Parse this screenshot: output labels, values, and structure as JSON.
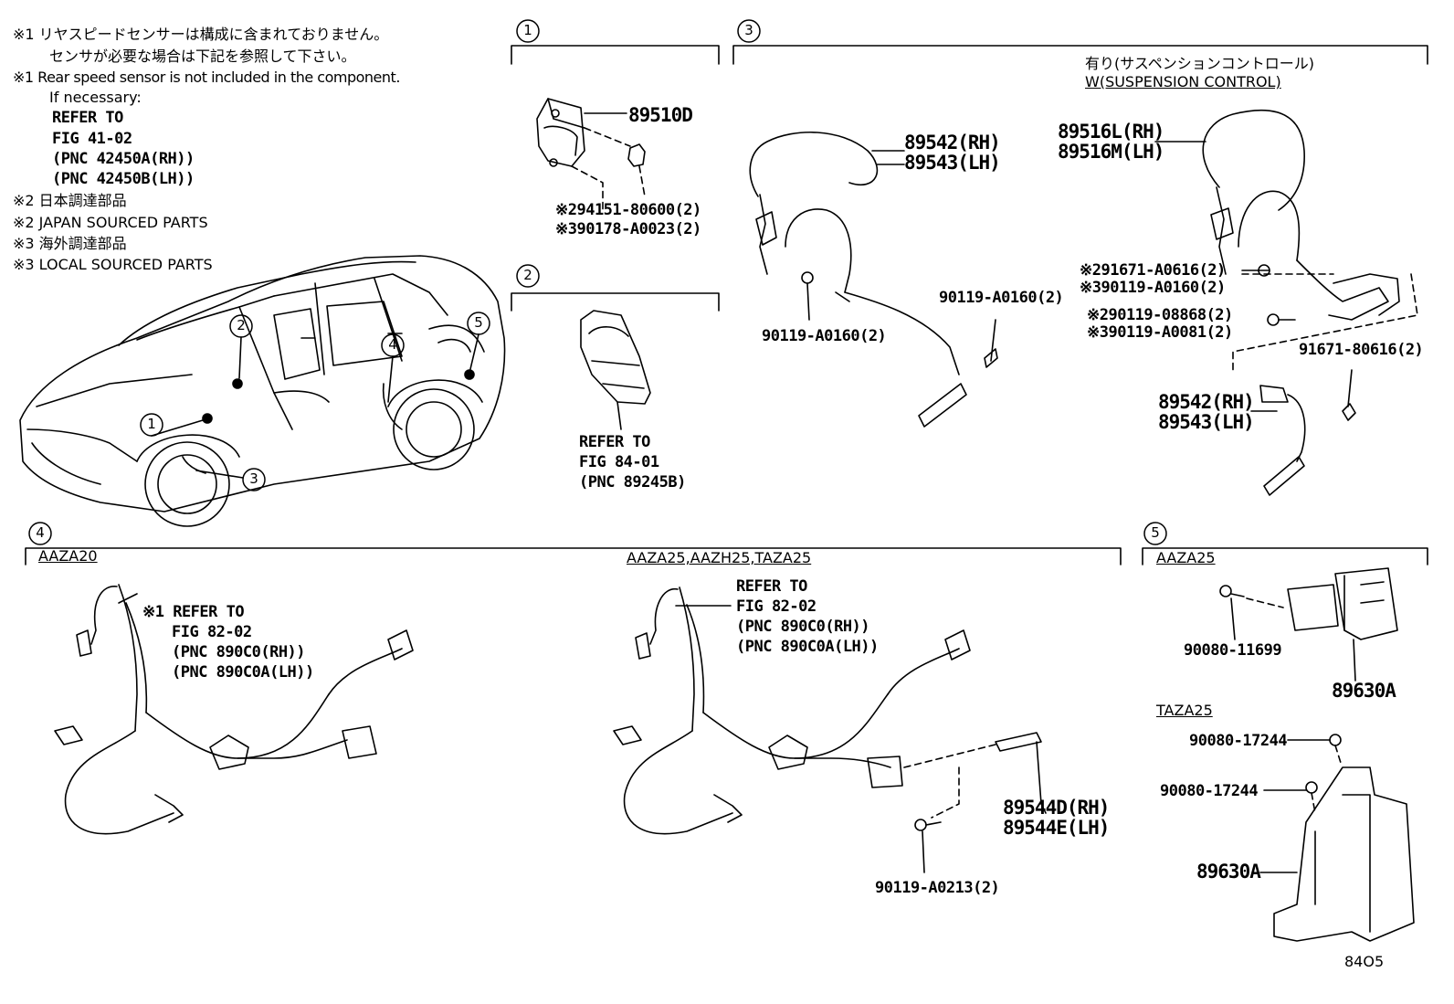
{
  "notes": {
    "n1_jp": "※1 リヤスピードセンサーは構成に含まれておりません。",
    "n1_jp2": "センサが必要な場合は下記を参照して下さい。",
    "n1_en": "※1 Rear speed sensor is not included in the component.",
    "n1_en2": "If necessary:",
    "ref1": "REFER TO",
    "ref2": "FIG 41-02",
    "ref3": "(PNC 42450A(RH))",
    "ref4": "(PNC 42450B(LH))",
    "n2_jp": "※2 日本調達部品",
    "n2_en": "※2 JAPAN SOURCED PARTS",
    "n3_jp": "※3 海外調達部品",
    "n3_en": "※3 LOCAL SOURCED PARTS"
  },
  "callouts": [
    "1",
    "2",
    "3",
    "4",
    "5"
  ],
  "section1": {
    "p1": "89510D",
    "p2": "※294151-80600(2)",
    "p3": "※390178-A0023(2)"
  },
  "section2": {
    "r1": "REFER TO",
    "r2": "FIG 84-01",
    "r3": "(PNC 89245B)"
  },
  "section3": {
    "head_jp": "有り(サスペンションコントロール)",
    "head_en": "W(SUSPENSION CONTROL)",
    "a1": "89542(RH)",
    "a2": "89543(LH)",
    "b1": "90119-A0160(2)",
    "b2": "90119-A0160(2)",
    "c1": "89516L(RH)",
    "c2": "89516M(LH)",
    "d1": "※291671-A0616(2)",
    "d2": "※390119-A0160(2)",
    "d3": "※290119-08868(2)",
    "d4": "※390119-A0081(2)",
    "e1": "91671-80616(2)",
    "f1": "89542(RH)",
    "f2": "89543(LH)"
  },
  "section4": {
    "left_head": "AAZA20",
    "right_head": "AAZA25,AAZH25,TAZA25",
    "l1": "※1 REFER TO",
    "l2": "FIG 82-02",
    "l3": "(PNC 890C0(RH))",
    "l4": "(PNC 890C0A(LH))",
    "r1": "REFER TO",
    "r2": "FIG 82-02",
    "r3": "(PNC 890C0(RH))",
    "r4": "(PNC 890C0A(LH))",
    "s1": "89544D(RH)",
    "s2": "89544E(LH)",
    "s3": "90119-A0213(2)"
  },
  "section5": {
    "head_a": "AAZA25",
    "head_b": "TAZA25",
    "p1": "90080-11699",
    "p2": "89630A",
    "p3": "90080-17244",
    "p4": "90080-17244",
    "p5": "89630A"
  },
  "figure_code": "84O5"
}
